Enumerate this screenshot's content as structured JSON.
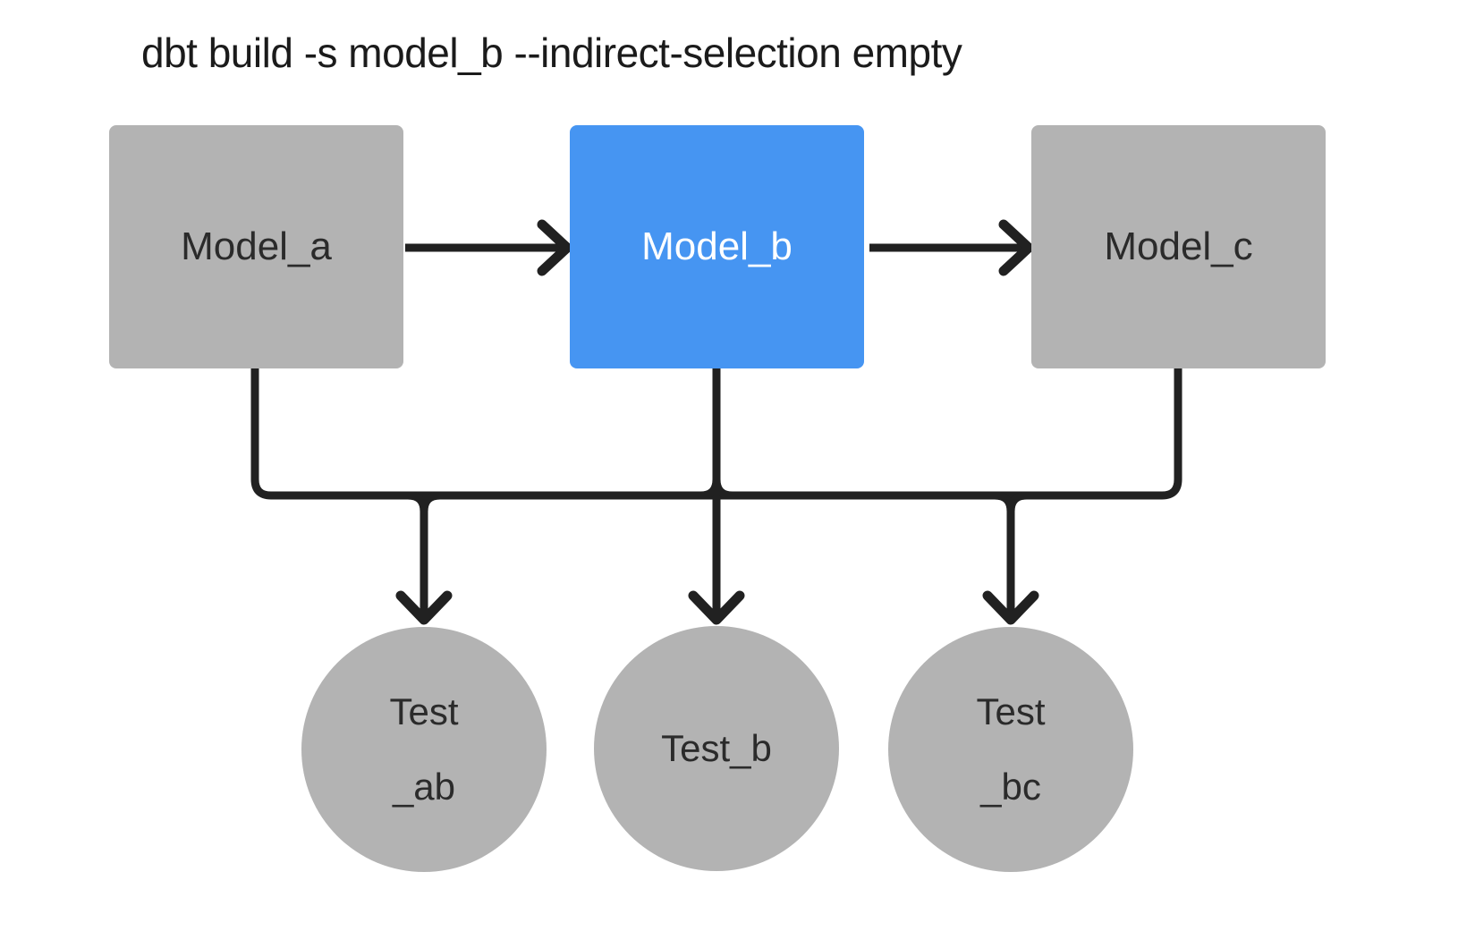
{
  "title": "dbt build -s model_b --indirect-selection empty",
  "colors": {
    "selected": "#4695f2",
    "unselected": "#b3b3b3",
    "edge": "#212121",
    "label_dark": "#2b2b2b",
    "label_light": "#ffffff",
    "background": "#ffffff",
    "title_color": "#1b1b1b"
  },
  "nodes": {
    "model_a": {
      "label": "Model_a",
      "type": "model",
      "state": "unselected"
    },
    "model_b": {
      "label": "Model_b",
      "type": "model",
      "state": "selected"
    },
    "model_c": {
      "label": "Model_c",
      "type": "model",
      "state": "unselected"
    },
    "test_ab": {
      "label_line1": "Test",
      "label_line2": "_ab",
      "type": "test",
      "state": "unselected"
    },
    "test_b": {
      "label": "Test_b",
      "type": "test",
      "state": "unselected"
    },
    "test_bc": {
      "label_line1": "Test",
      "label_line2": "_bc",
      "type": "test",
      "state": "unselected"
    }
  },
  "edges": [
    {
      "from": "model_a",
      "to": "model_b"
    },
    {
      "from": "model_b",
      "to": "model_c"
    },
    {
      "from": "model_a",
      "to": "test_ab"
    },
    {
      "from": "model_b",
      "to": "test_ab"
    },
    {
      "from": "model_b",
      "to": "test_b"
    },
    {
      "from": "model_b",
      "to": "test_bc"
    },
    {
      "from": "model_c",
      "to": "test_bc"
    }
  ]
}
